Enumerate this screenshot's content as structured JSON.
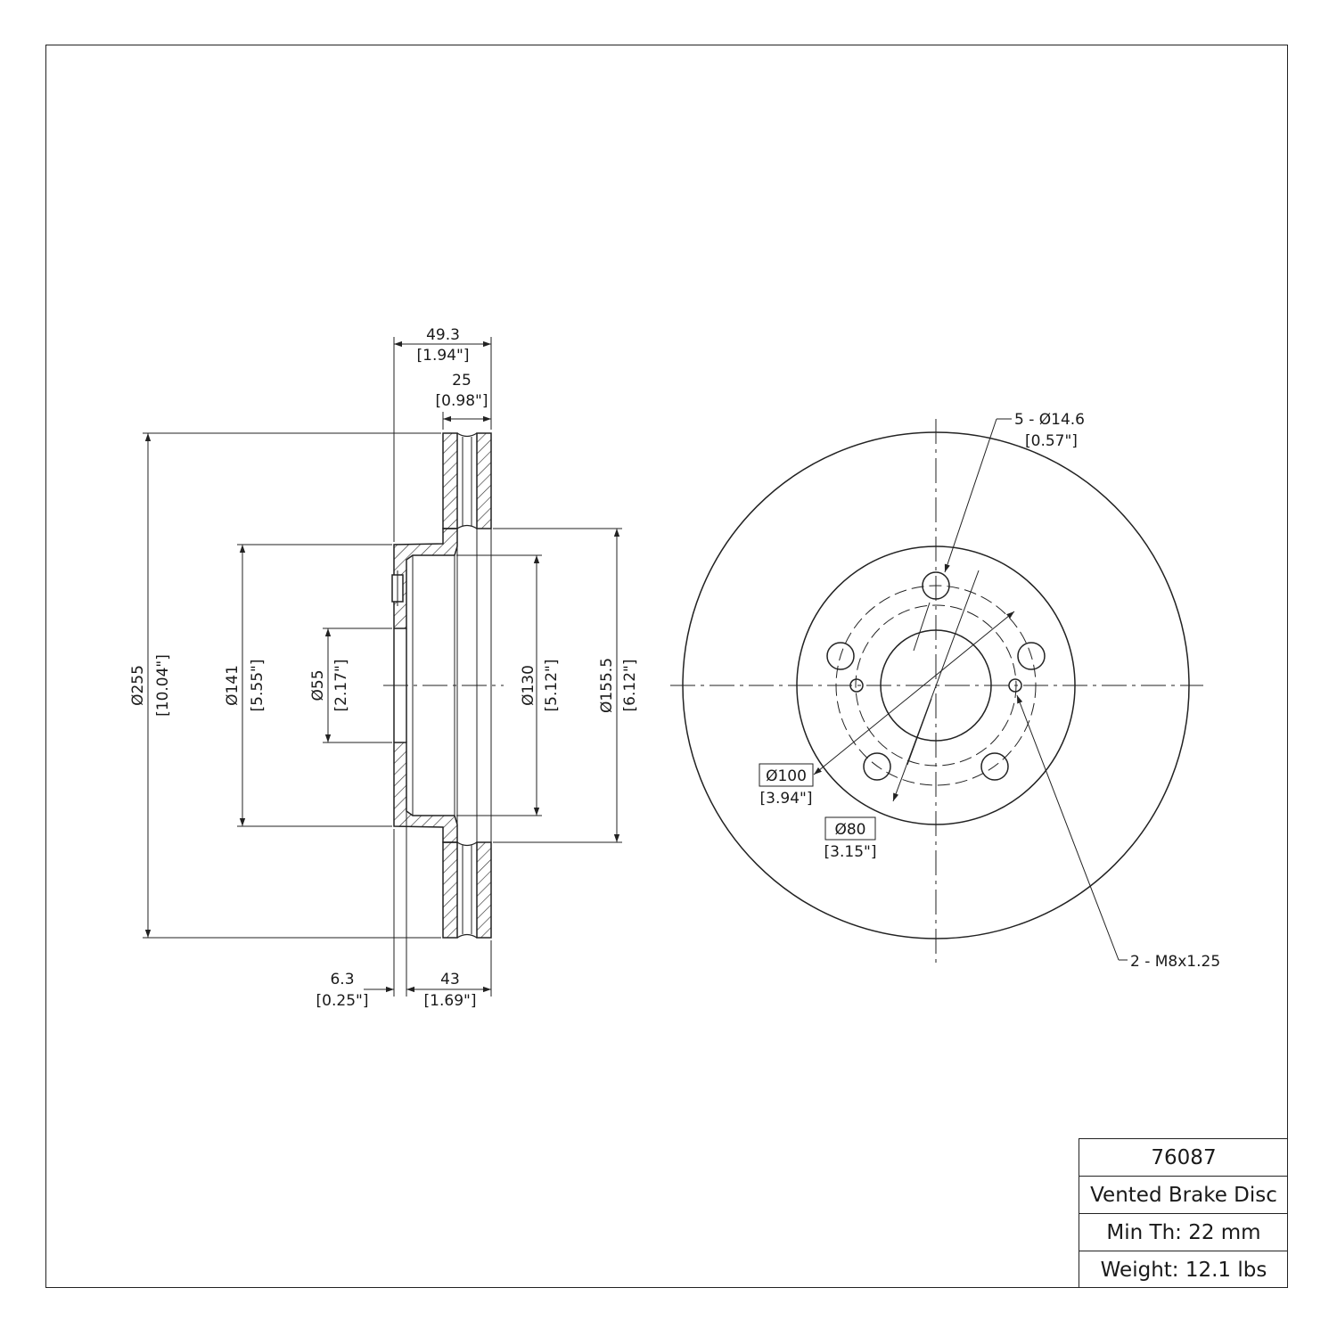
{
  "part_number": "76087",
  "description": "Vented Brake Disc",
  "min_thickness": "Min Th: 22 mm",
  "weight": "Weight: 12.1 lbs",
  "side_view": {
    "overall_width": {
      "mm": "49.3",
      "in": "[1.94\"]"
    },
    "disc_thickness": {
      "mm": "25",
      "in": "[0.98\"]"
    },
    "outer_diameter": {
      "mm": "Ø255",
      "in": "[10.04\"]"
    },
    "hat_diameter": {
      "mm": "Ø141",
      "in": "[5.55\"]"
    },
    "center_bore": {
      "mm": "Ø55",
      "in": "[2.17\"]"
    },
    "inner_diameter": {
      "mm": "Ø130",
      "in": "[5.12\"]"
    },
    "vane_inner_diameter": {
      "mm": "Ø155.5",
      "in": "[6.12\"]"
    },
    "hat_thickness": {
      "mm": "6.3",
      "in": "[0.25\"]"
    },
    "hat_height": {
      "mm": "43",
      "in": "[1.69\"]"
    }
  },
  "front_view": {
    "bolt_holes": {
      "mm": "5 - Ø14.6",
      "in": "[0.57\"]"
    },
    "bolt_circle": {
      "mm": "Ø100",
      "in": "[3.94\"]"
    },
    "pilot_circle": {
      "mm": "Ø80",
      "in": "[3.15\"]"
    },
    "threaded_holes": "2 - M8x1.25"
  }
}
